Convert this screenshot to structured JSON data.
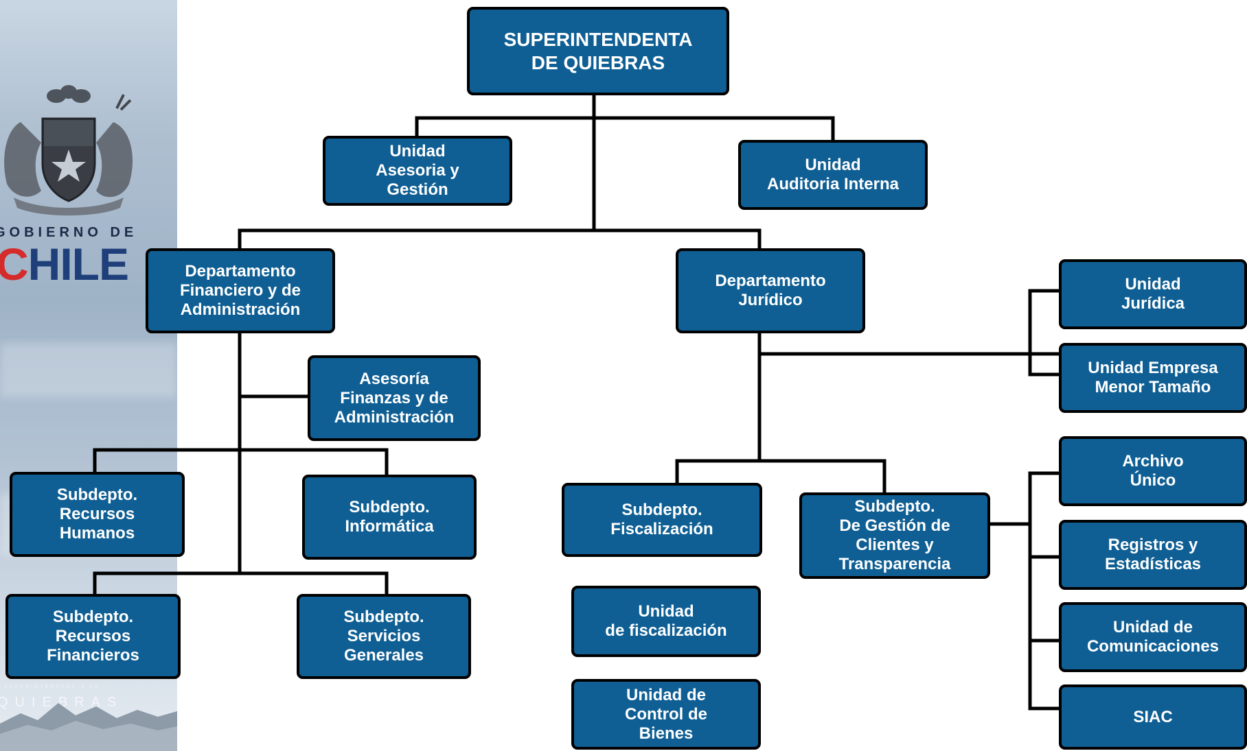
{
  "branding": {
    "gobierno_label": "GOBIERNO DE",
    "chile_label": "CHILE",
    "superintendencia_label": "SUPERINTENDENCIA DE",
    "quiebras_label": "QUIEBRAS",
    "colors": {
      "chile_red": "#d52b2b",
      "chile_blue": "#1f3f7a"
    }
  },
  "colors": {
    "box_fill": "#0f5f94",
    "box_border": "#000000",
    "box_text": "#ffffff",
    "connector": "#000000"
  },
  "org": {
    "superintendenta": "SUPERINTENDENTA\nDE  QUIEBRAS",
    "asesoria_gestion": "Unidad\nAsesoria y\nGestión",
    "auditoria_interna": "Unidad\nAuditoria Interna",
    "depto_financiero": "Departamento\nFinanciero y de\nAdministración",
    "depto_juridico": "Departamento\nJurídico",
    "asesoria_finanzas": "Asesoría\nFinanzas y de\nAdministración",
    "rrhh": "Subdepto.\nRecursos\nHumanos",
    "informatica": "Subdepto.\nInformática",
    "rrff": "Subdepto.\nRecursos\nFinancieros",
    "servicios_generales": "Subdepto.\nServicios\nGenerales",
    "fiscalizacion": "Subdepto.\nFiscalización",
    "gestion_clientes": "Subdepto.\nDe Gestión de\nClientes y\nTransparencia",
    "unidad_fiscalizacion": "Unidad\nde fiscalización",
    "control_bienes": "Unidad de\nControl de\nBienes",
    "unidad_juridica": "Unidad\nJurídica",
    "empresa_menor": "Unidad Empresa\nMenor Tamaño",
    "archivo_unico": "Archivo\nÚnico",
    "registros": "Registros y\nEstadísticas",
    "comunicaciones": "Unidad de\nComunicaciones",
    "siac": "SIAC"
  }
}
